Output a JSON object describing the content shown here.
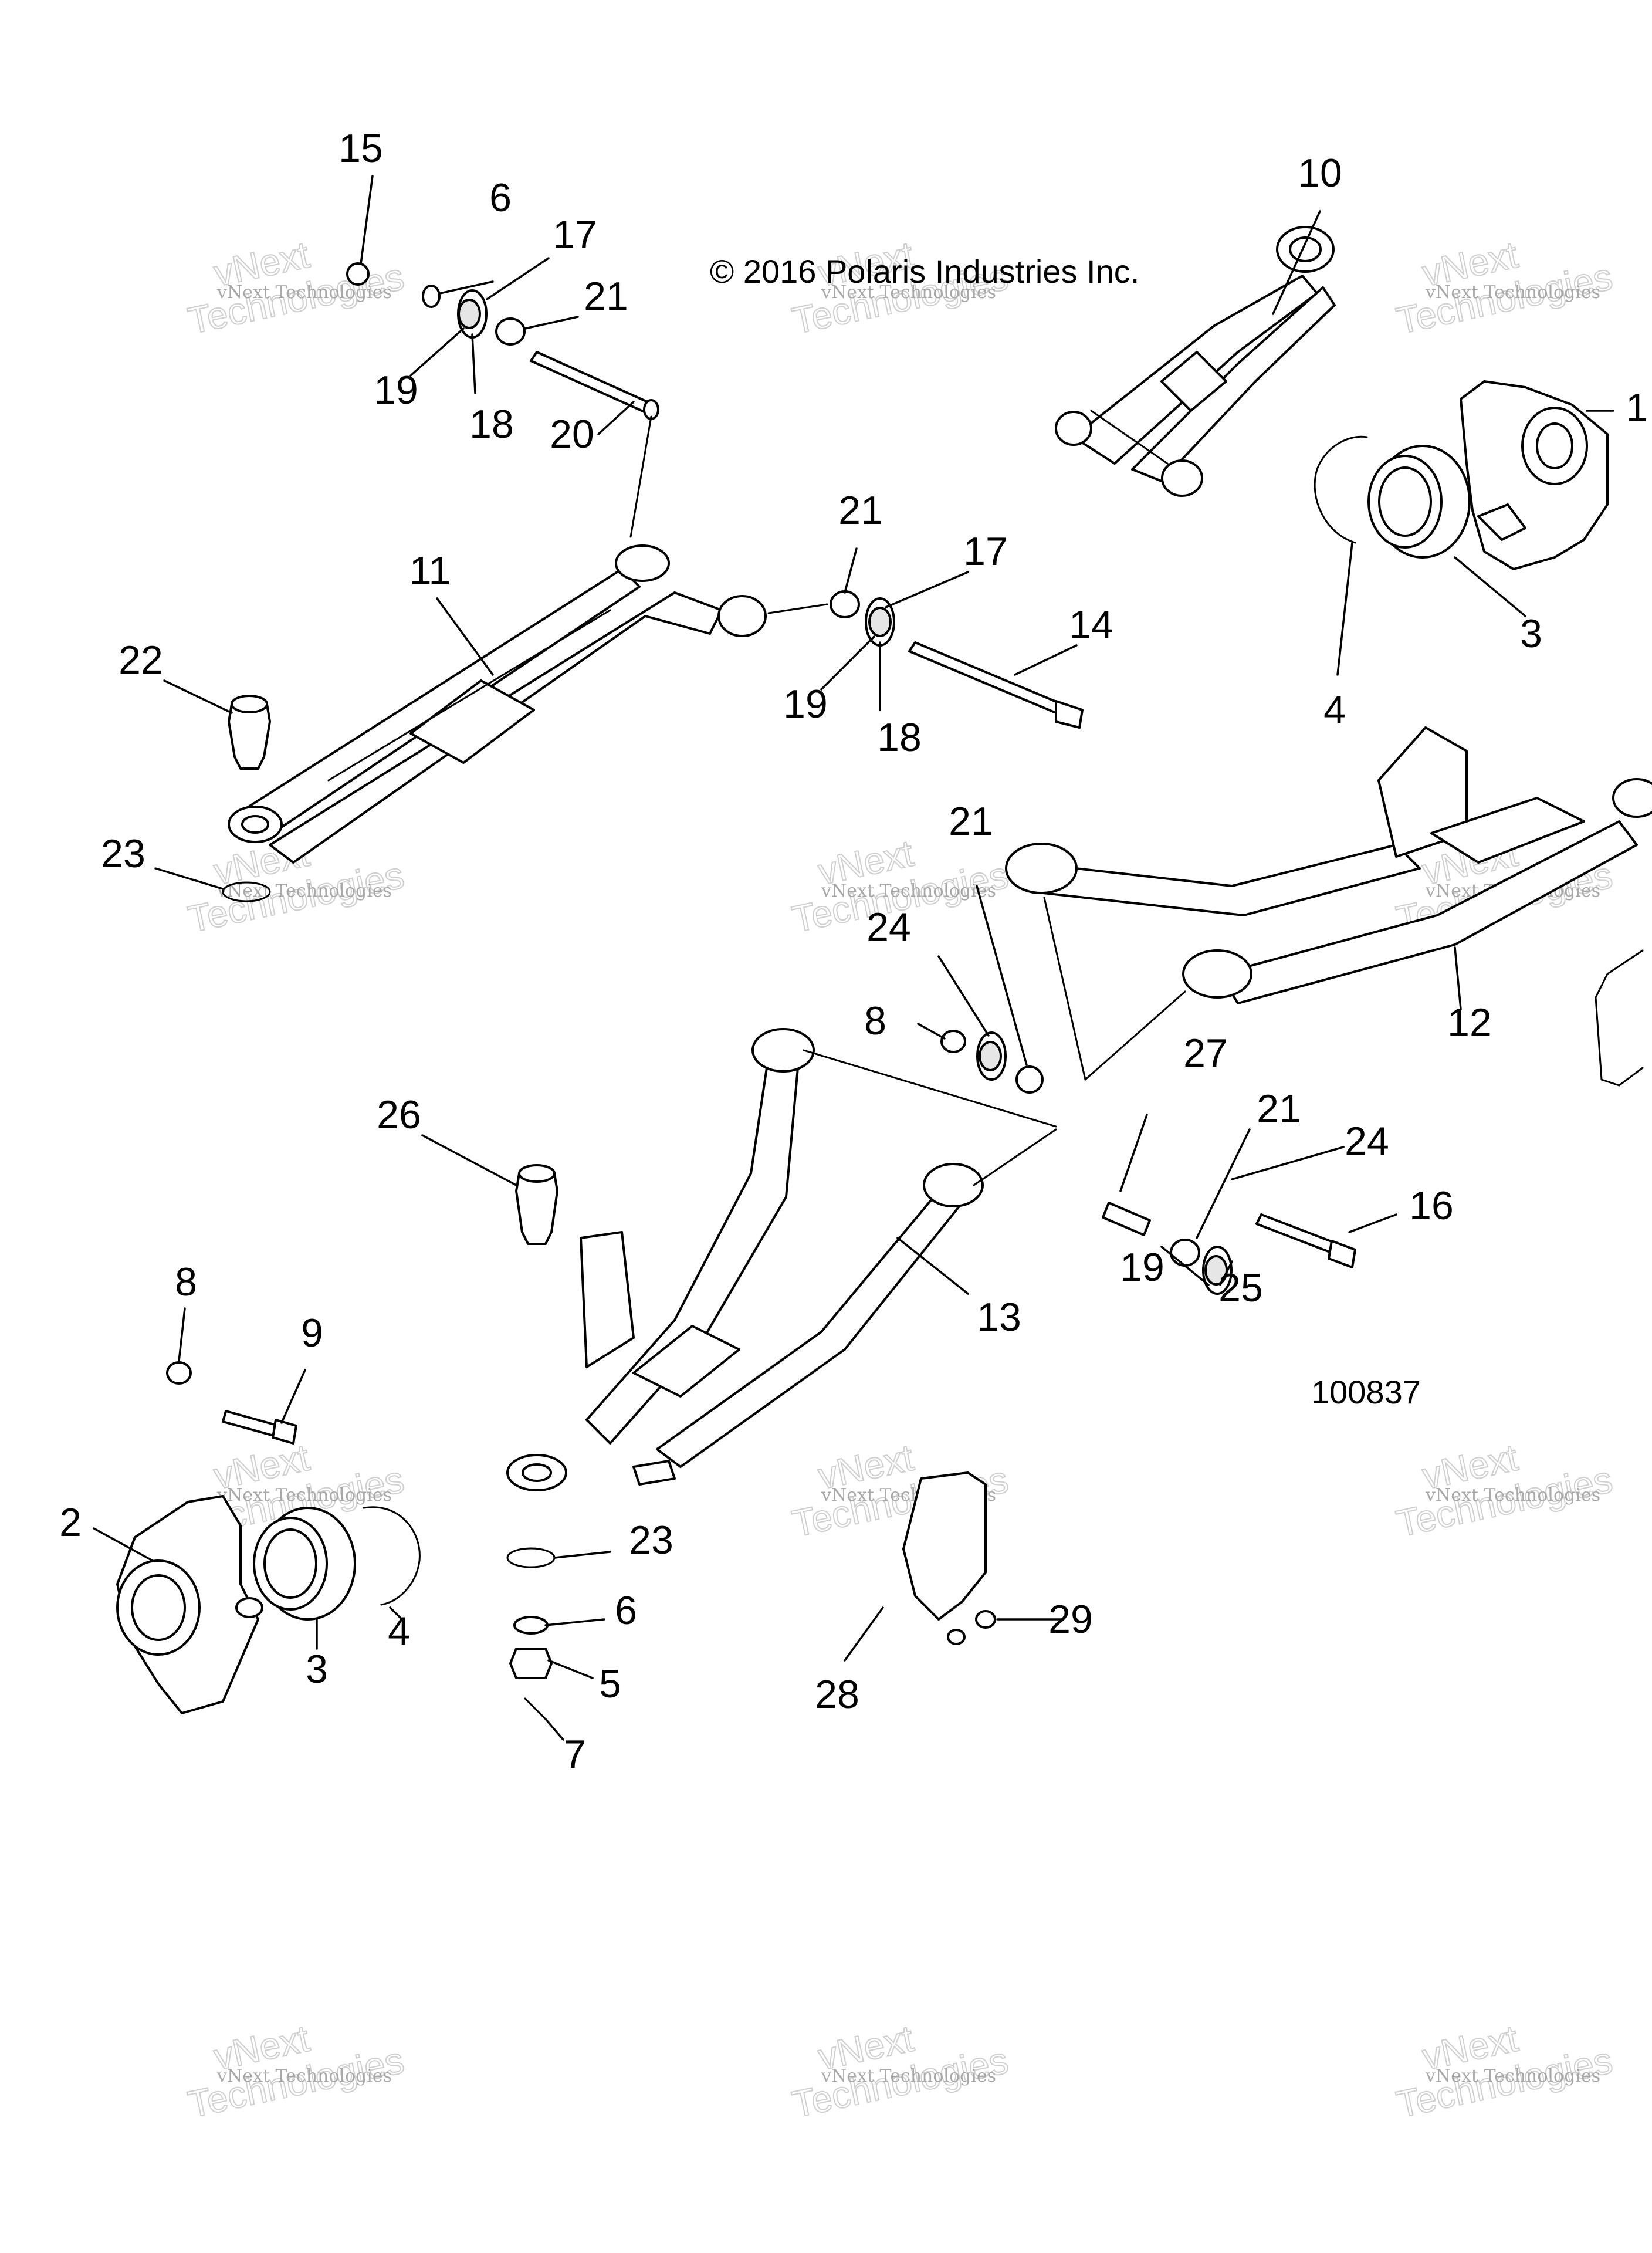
{
  "copyright": "© 2016 Polaris Industries Inc.",
  "figure_number": "100837",
  "watermark": {
    "line1": "vNext",
    "line2": "Technologies",
    "small": "vNext Technologies"
  },
  "callouts": [
    "1",
    "2",
    "3",
    "3",
    "4",
    "4",
    "5",
    "6",
    "6",
    "7",
    "8",
    "8",
    "9",
    "10",
    "11",
    "12",
    "13",
    "14",
    "15",
    "16",
    "17",
    "17",
    "18",
    "18",
    "19",
    "19",
    "19",
    "20",
    "21",
    "21",
    "21",
    "21",
    "22",
    "23",
    "23",
    "24",
    "24",
    "25",
    "26",
    "27",
    "28",
    "29"
  ]
}
